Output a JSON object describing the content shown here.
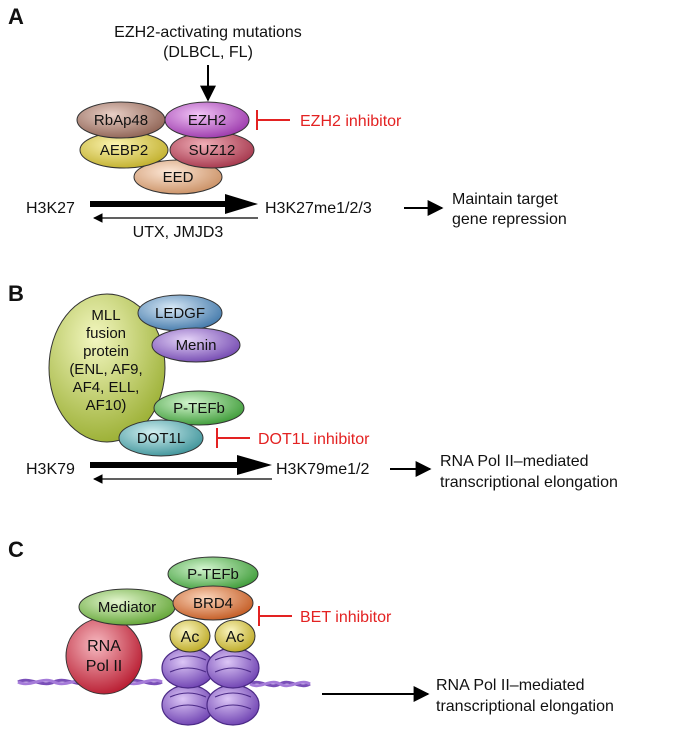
{
  "panels": [
    {
      "label": "A",
      "mutations_line1": "EZH2-activating mutations",
      "mutations_line2": "(DLBCL, FL)",
      "proteins": [
        "RbAp48",
        "EZH2",
        "AEBP2",
        "SUZ12",
        "EED"
      ],
      "inhibitor": "EZH2 inhibitor",
      "substrate": "H3K27",
      "product": "H3K27me1/2/3",
      "reverse_enzymes": "UTX, JMJD3",
      "outcome_line1": "Maintain target",
      "outcome_line2": "gene repression"
    },
    {
      "label": "B",
      "fusion_lines": [
        "MLL",
        "fusion",
        "protein",
        "(ENL, AF9,",
        "AF4, ELL,",
        "AF10)"
      ],
      "proteins": [
        "LEDGF",
        "Menin",
        "P-TEFb",
        "DOT1L"
      ],
      "inhibitor": "DOT1L inhibitor",
      "substrate": "H3K79",
      "product": "H3K79me1/2",
      "outcome_line1": "RNA Pol II–mediated",
      "outcome_line2": "transcriptional elongation"
    },
    {
      "label": "C",
      "proteins": [
        "P-TEFb",
        "Mediator",
        "BRD4"
      ],
      "pol_line1": "RNA",
      "pol_line2": "Pol II",
      "acetyl": [
        "Ac",
        "Ac"
      ],
      "inhibitor": "BET inhibitor",
      "outcome_line1": "RNA Pol II–mediated",
      "outcome_line2": "transcriptional elongation"
    }
  ],
  "colors": {
    "inhibitor_red": "#e32222",
    "rbap48": "#b58574",
    "ezh2": "#c05ccf",
    "aebp2": "#e4d651",
    "suz12": "#c75060",
    "eed": "#e8b48c",
    "mll_fusion": "#c2d45c",
    "ledgf": "#6ea0c9",
    "menin": "#9a6fcf",
    "ptefb": "#5cbe55",
    "dot1l": "#5fb9bf",
    "mediator": "#86c555",
    "brd4": "#e07e46",
    "pol2": "#dd3a4b",
    "acetyl": "#e3d349",
    "nucleosome": "#9a6cd1"
  }
}
